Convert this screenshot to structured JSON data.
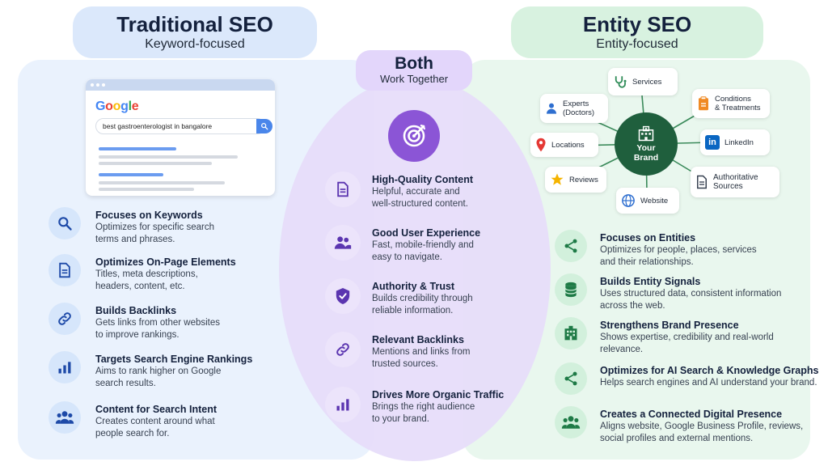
{
  "left": {
    "title": "Traditional SEO",
    "subtitle": "Keyword-focused",
    "google": {
      "logo_letters": [
        {
          "ch": "G",
          "color": "#4285F4"
        },
        {
          "ch": "o",
          "color": "#EA4335"
        },
        {
          "ch": "o",
          "color": "#FBBC05"
        },
        {
          "ch": "g",
          "color": "#4285F4"
        },
        {
          "ch": "l",
          "color": "#34A853"
        },
        {
          "ch": "e",
          "color": "#EA4335"
        }
      ],
      "query": "best gastroenterologist in bangalore"
    },
    "items": [
      {
        "icon": "search-icon",
        "title": "Focuses on Keywords",
        "desc1": "Optimizes for specific search",
        "desc2": "terms and phrases."
      },
      {
        "icon": "document-icon",
        "title": "Optimizes On-Page Elements",
        "desc1": "Titles, meta descriptions,",
        "desc2": "headers, content, etc."
      },
      {
        "icon": "link-icon",
        "title": "Builds Backlinks",
        "desc1": "Gets links from other websites",
        "desc2": "to improve rankings."
      },
      {
        "icon": "bar-chart-icon",
        "title": "Targets Search Engine Rankings",
        "desc1": "Aims to rank higher on Google",
        "desc2": "search results."
      },
      {
        "icon": "people-icon",
        "title": "Content for Search Intent",
        "desc1": "Creates content around what",
        "desc2": "people search for."
      }
    ]
  },
  "center": {
    "title": "Both",
    "subtitle": "Work Together",
    "items": [
      {
        "icon": "document-icon",
        "title": "High-Quality Content",
        "desc1": "Helpful, accurate and",
        "desc2": "well-structured content."
      },
      {
        "icon": "users-icon",
        "title": "Good User Experience",
        "desc1": "Fast, mobile-friendly and",
        "desc2": "easy to navigate."
      },
      {
        "icon": "shield-check-icon",
        "title": "Authority & Trust",
        "desc1": "Builds credibility through",
        "desc2": "reliable information."
      },
      {
        "icon": "link-icon",
        "title": "Relevant Backlinks",
        "desc1": "Mentions and links from",
        "desc2": "trusted sources."
      },
      {
        "icon": "bar-chart-icon",
        "title": "Drives More Organic Traffic",
        "desc1": "Brings the right audience",
        "desc2": "to your brand."
      }
    ]
  },
  "right": {
    "title": "Entity SEO",
    "subtitle": "Entity-focused",
    "graph": {
      "brand": "Your Brand",
      "nodes": {
        "services": "Services",
        "experts1": "Experts",
        "experts2": "(Doctors)",
        "conditions1": "Conditions",
        "conditions2": "& Treatments",
        "locations": "Locations",
        "linkedin": "LinkedIn",
        "reviews": "Reviews",
        "authoritative1": "Authoritative",
        "authoritative2": "Sources",
        "website": "Website"
      }
    },
    "items": [
      {
        "icon": "share-icon",
        "title": "Focuses on Entities",
        "desc1": "Optimizes for people, places, services",
        "desc2": "and their relationships."
      },
      {
        "icon": "database-icon",
        "title": "Builds Entity Signals",
        "desc1": "Uses structured data, consistent information",
        "desc2": "across the web."
      },
      {
        "icon": "building-icon",
        "title": "Strengthens Brand Presence",
        "desc1": "Shows expertise, credibility and real-world",
        "desc2": "relevance."
      },
      {
        "icon": "share-icon",
        "title": "Optimizes for AI Search & Knowledge Graphs",
        "desc1": "Helps search engines and AI understand your brand.",
        "desc2": ""
      },
      {
        "icon": "people-icon",
        "title": "Creates a Connected Digital Presence",
        "desc1": "Aligns website, Google Business Profile, reviews,",
        "desc2": "social profiles and external mentions."
      }
    ]
  }
}
